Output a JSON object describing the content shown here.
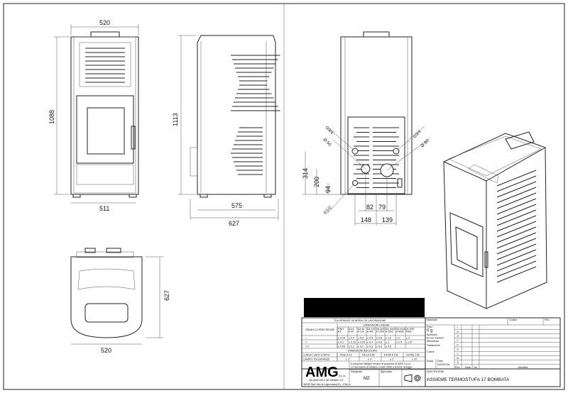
{
  "dimensions": {
    "front_width": "520",
    "front_height": "1088",
    "front_base": "511",
    "side_height": "1113",
    "side_depth": "575",
    "side_total": "627",
    "rear_g34_left": "G3/4",
    "rear_d50": "Ø 50",
    "rear_g34_right": "G3/4",
    "rear_d80": "Ø 80",
    "rear_314": "314",
    "rear_200": "200",
    "rear_94": "94",
    "rear_g12": "G1/2",
    "rear_82": "82",
    "rear_79": "79",
    "rear_148": "148",
    "rear_139": "139",
    "top_depth": "627",
    "top_width": "520"
  },
  "title_block": {
    "tolerance_title": "TOLLERANZE GENERALI DI LAVORAZIONE",
    "linear_title": "DIMENSIONI LINEARI",
    "precision_label": "GRADO DI PRECISIONE",
    "linear_headers": [
      "FINO A 6",
      "DA 6 A 30",
      "DA 30 A 120",
      "DA 120 A 400",
      "DA 400 A 1000",
      "DA 1000 A 2000",
      "DA 2000 A 4000",
      "OLTRE 4000"
    ],
    "linear_rows": [
      [
        "± 0,15",
        "± 0,2",
        "± 0,3",
        "± 0,5",
        "± 0,8",
        "± 1,2",
        "± 2",
        "± 3"
      ],
      [
        "± 0,1",
        "± 0,15",
        "± 0,25",
        "± 0,4",
        "± 0,6",
        "± 1",
        "± 1,5",
        "± 2,5"
      ],
      [
        "± 0,05",
        "± 0,1",
        "± 0,2",
        "± 0,3",
        "± 0,5",
        "± 0,5",
        "",
        ""
      ]
    ],
    "angular_title": "DIMENSIONI ANGOLARI",
    "angular_labels": [
      "LUNGH. LATO CORTO",
      "CAMPO TOLLERANZE"
    ],
    "angular_headers": [
      "FINO A 10",
      "DA 10 A 50",
      "DA 50 A 150",
      "OLTRE 150"
    ],
    "angular_values": [
      "± 1°",
      "± 3'",
      "± 1'",
      "± 10'"
    ],
    "company": "AMG",
    "company_suffix": "S.p.A.",
    "address_1": "Via delle Arti e dei Mestieri 1/3",
    "address_2": "36030 San Vito di Leguzzano(VI) - ITALIA",
    "ownership_note_1": "Il presente disegno rimane di proprietà di AMG S.p.A.",
    "ownership_note_2": "Ci riserviamo di tutelare i nostri diritti a termini di legge",
    "drawn_label": "Disegnato",
    "drawn_value": "MZ",
    "approved_label": "Approvato",
    "material_label": "Materiale",
    "code_label": "Codice",
    "rev_label": "Rev.",
    "weight_label": "Peso",
    "weight_value": "0 g",
    "finish_label": "Spessore",
    "finish_value": "Errore: Nessun riferimento",
    "treatment_label": "Trattamento",
    "color_label": "Colore",
    "scale_label": "Scala",
    "date_label": "Data",
    "date_value": "11/03/2016",
    "rev_cols": [
      "Rev.",
      "Data",
      "Da",
      "Modifica"
    ],
    "rev_letters": [
      "L",
      "H",
      "G",
      "F",
      "E",
      "D",
      "C",
      "B",
      "A"
    ],
    "description_label": "DESCRIZIONE",
    "description_value": "ASSIEME TERMOSTUFA 17 BOMBATA"
  }
}
